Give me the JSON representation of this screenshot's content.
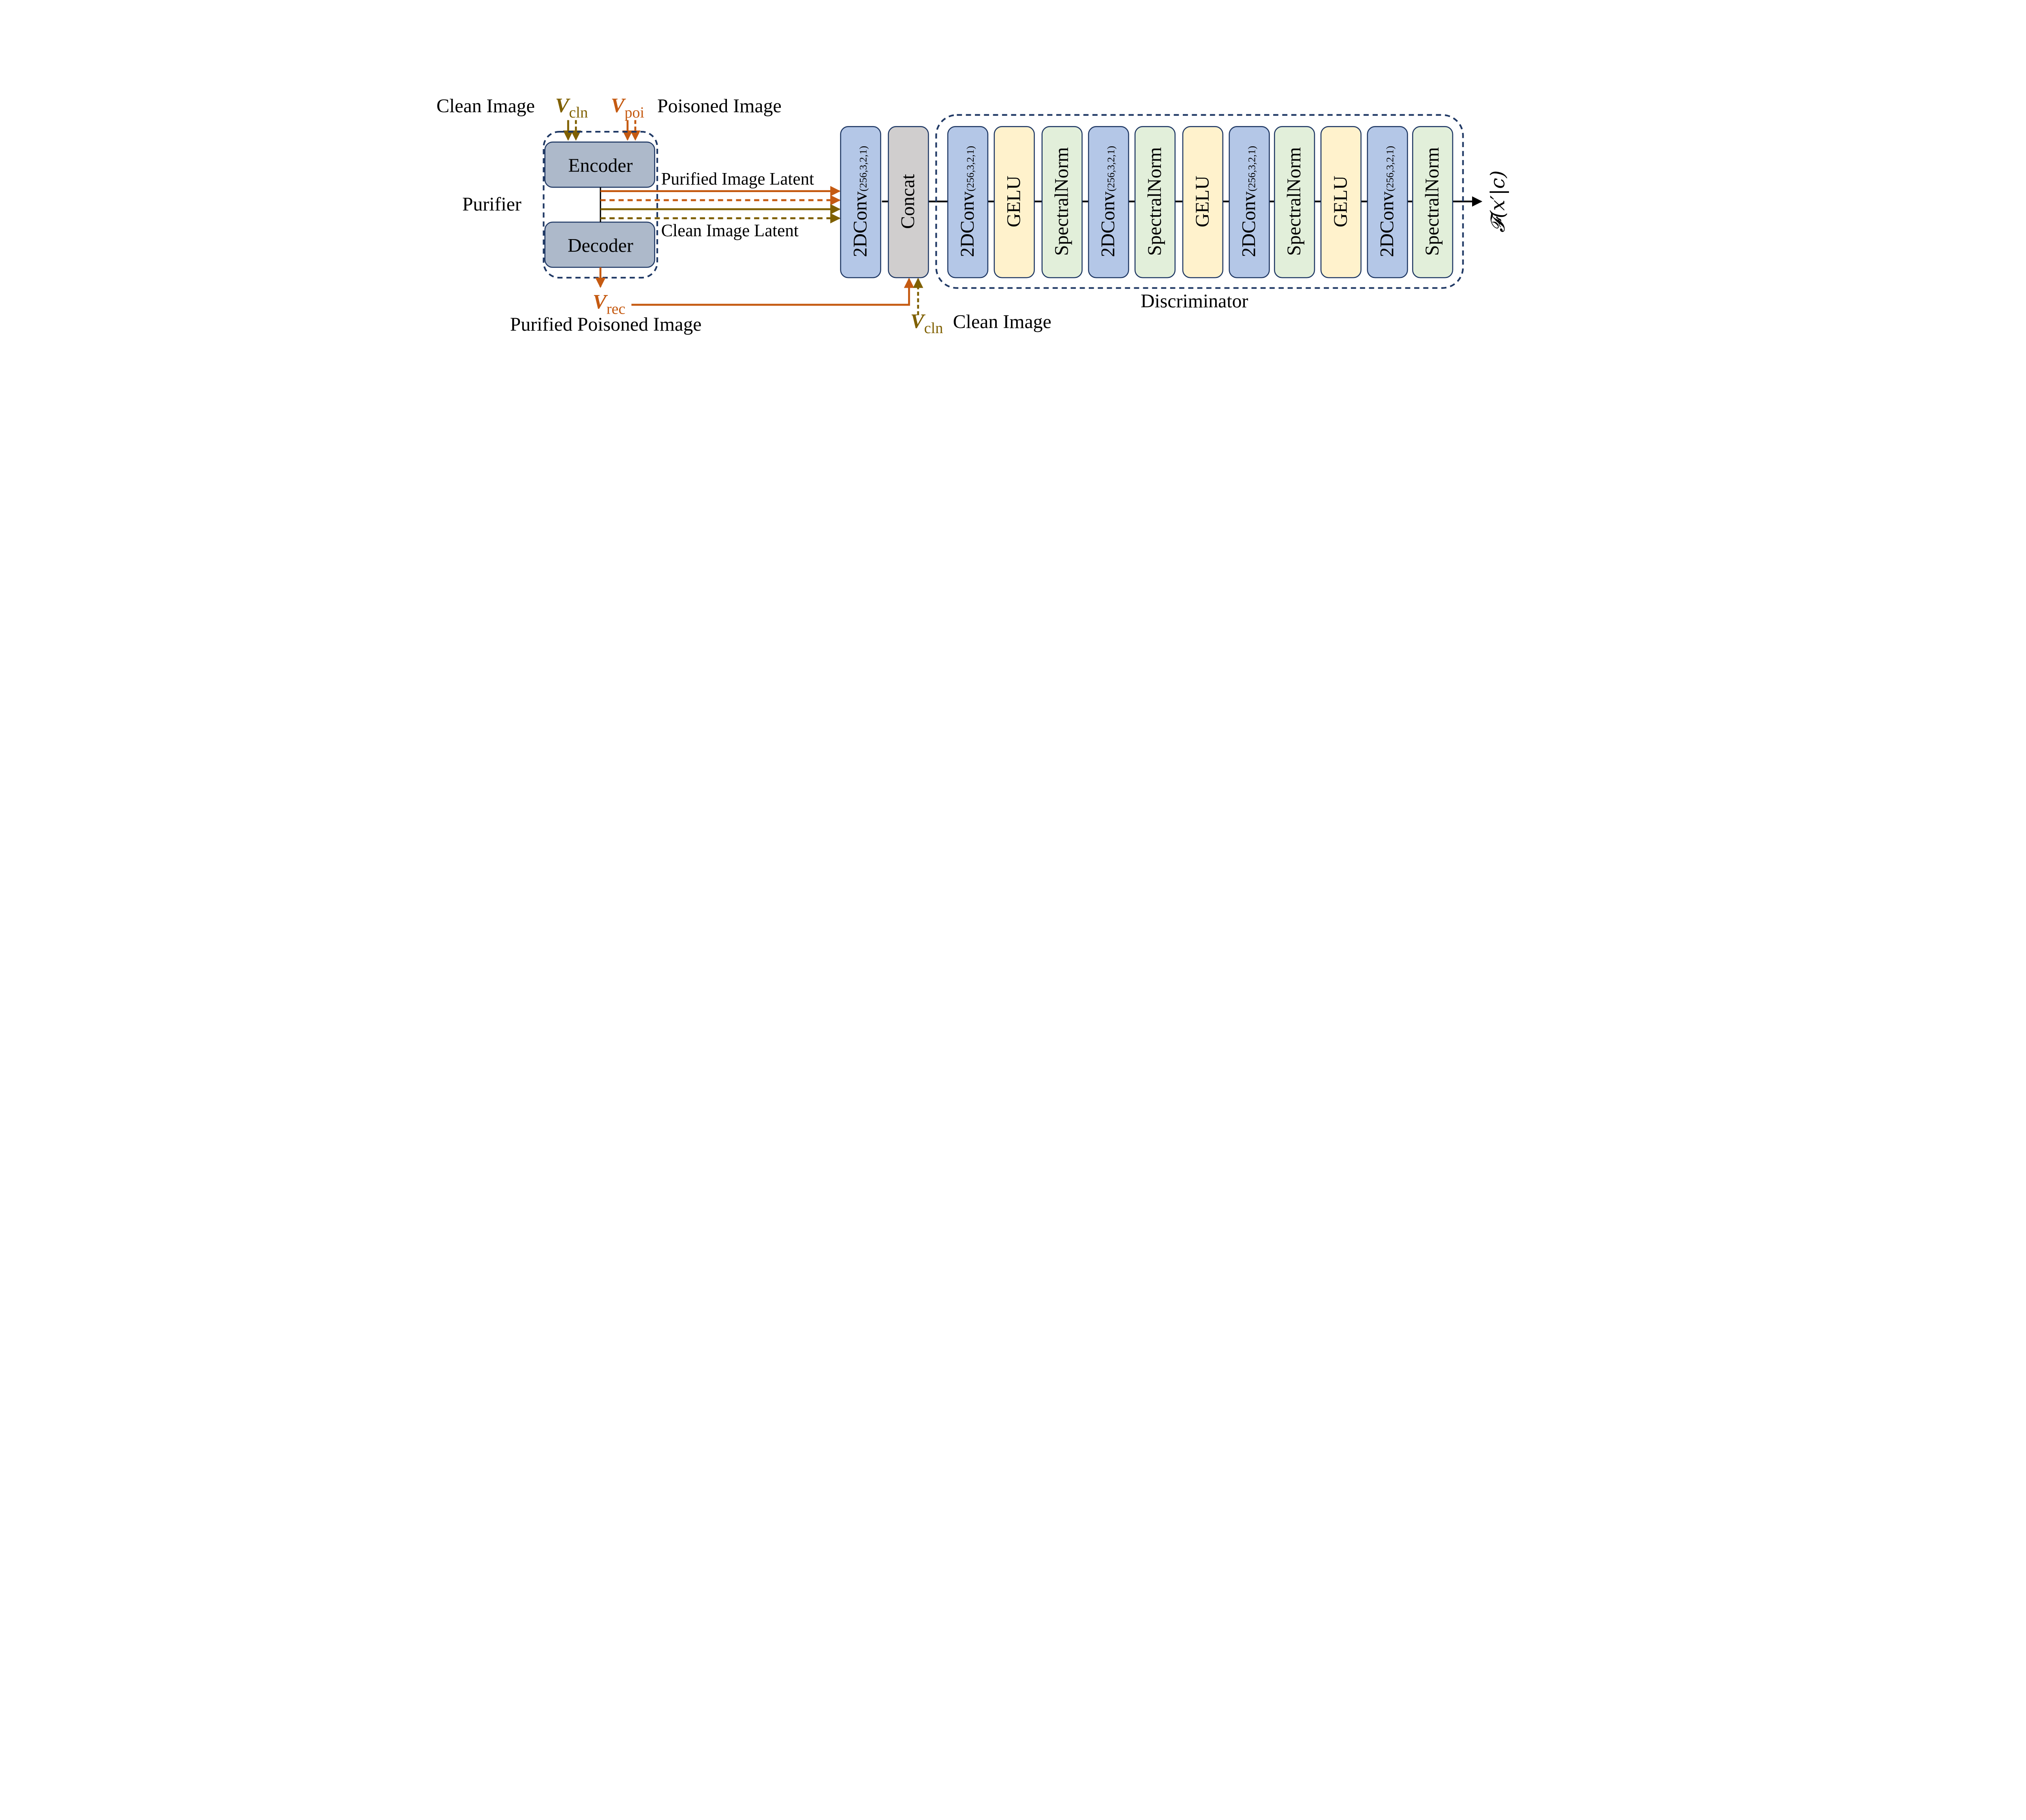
{
  "colors": {
    "orange": "#c55a11",
    "olive": "#7f6000",
    "conv": "#b4c7e7",
    "concat": "#d0cece",
    "gelu": "#fff2cc",
    "spectralnorm": "#e2efda",
    "coder": "#adb9ca",
    "dashed_border": "#1f3864"
  },
  "purifier": {
    "label": "Purifier",
    "encoder": "Encoder",
    "decoder": "Decoder",
    "clean_image_label": "Clean Image",
    "poisoned_image_label": "Poisoned Image",
    "v_cln": {
      "main": "V",
      "sub": "cln"
    },
    "v_poi": {
      "main": "V",
      "sub": "poi"
    },
    "v_rec": {
      "main": "V",
      "sub": "rec"
    },
    "purified_poisoned_image_label": "Purified Poisoned Image",
    "purified_latent_label": "Purified Image Latent",
    "clean_latent_label": "Clean Image Latent"
  },
  "pre_blocks": [
    {
      "type": "conv",
      "label": "2DConv",
      "sub": "(256,3,2,1)"
    },
    {
      "type": "concat",
      "label": "Concat",
      "sub": ""
    }
  ],
  "concat_input": {
    "v_cln": {
      "main": "V",
      "sub": "cln"
    },
    "label": "Clean Image"
  },
  "discriminator": {
    "label": "Discriminator",
    "blocks": [
      {
        "type": "conv",
        "label": "2DConv",
        "sub": "(256,3,2,1)"
      },
      {
        "type": "gelu",
        "label": "GELU",
        "sub": ""
      },
      {
        "type": "spectralnorm",
        "label": "SpectralNorm",
        "sub": ""
      },
      {
        "type": "conv",
        "label": "2DConv",
        "sub": "(256,3,2,1)"
      },
      {
        "type": "spectralnorm",
        "label": "SpectralNorm",
        "sub": ""
      },
      {
        "type": "gelu",
        "label": "GELU",
        "sub": ""
      },
      {
        "type": "conv",
        "label": "2DConv",
        "sub": "(256,3,2,1)"
      },
      {
        "type": "spectralnorm",
        "label": "SpectralNorm",
        "sub": ""
      },
      {
        "type": "gelu",
        "label": "GELU",
        "sub": ""
      },
      {
        "type": "conv",
        "label": "2DConv",
        "sub": "(256,3,2,1)"
      },
      {
        "type": "spectralnorm",
        "label": "SpectralNorm",
        "sub": ""
      }
    ]
  },
  "output_label": "𝓕(x′|c)"
}
